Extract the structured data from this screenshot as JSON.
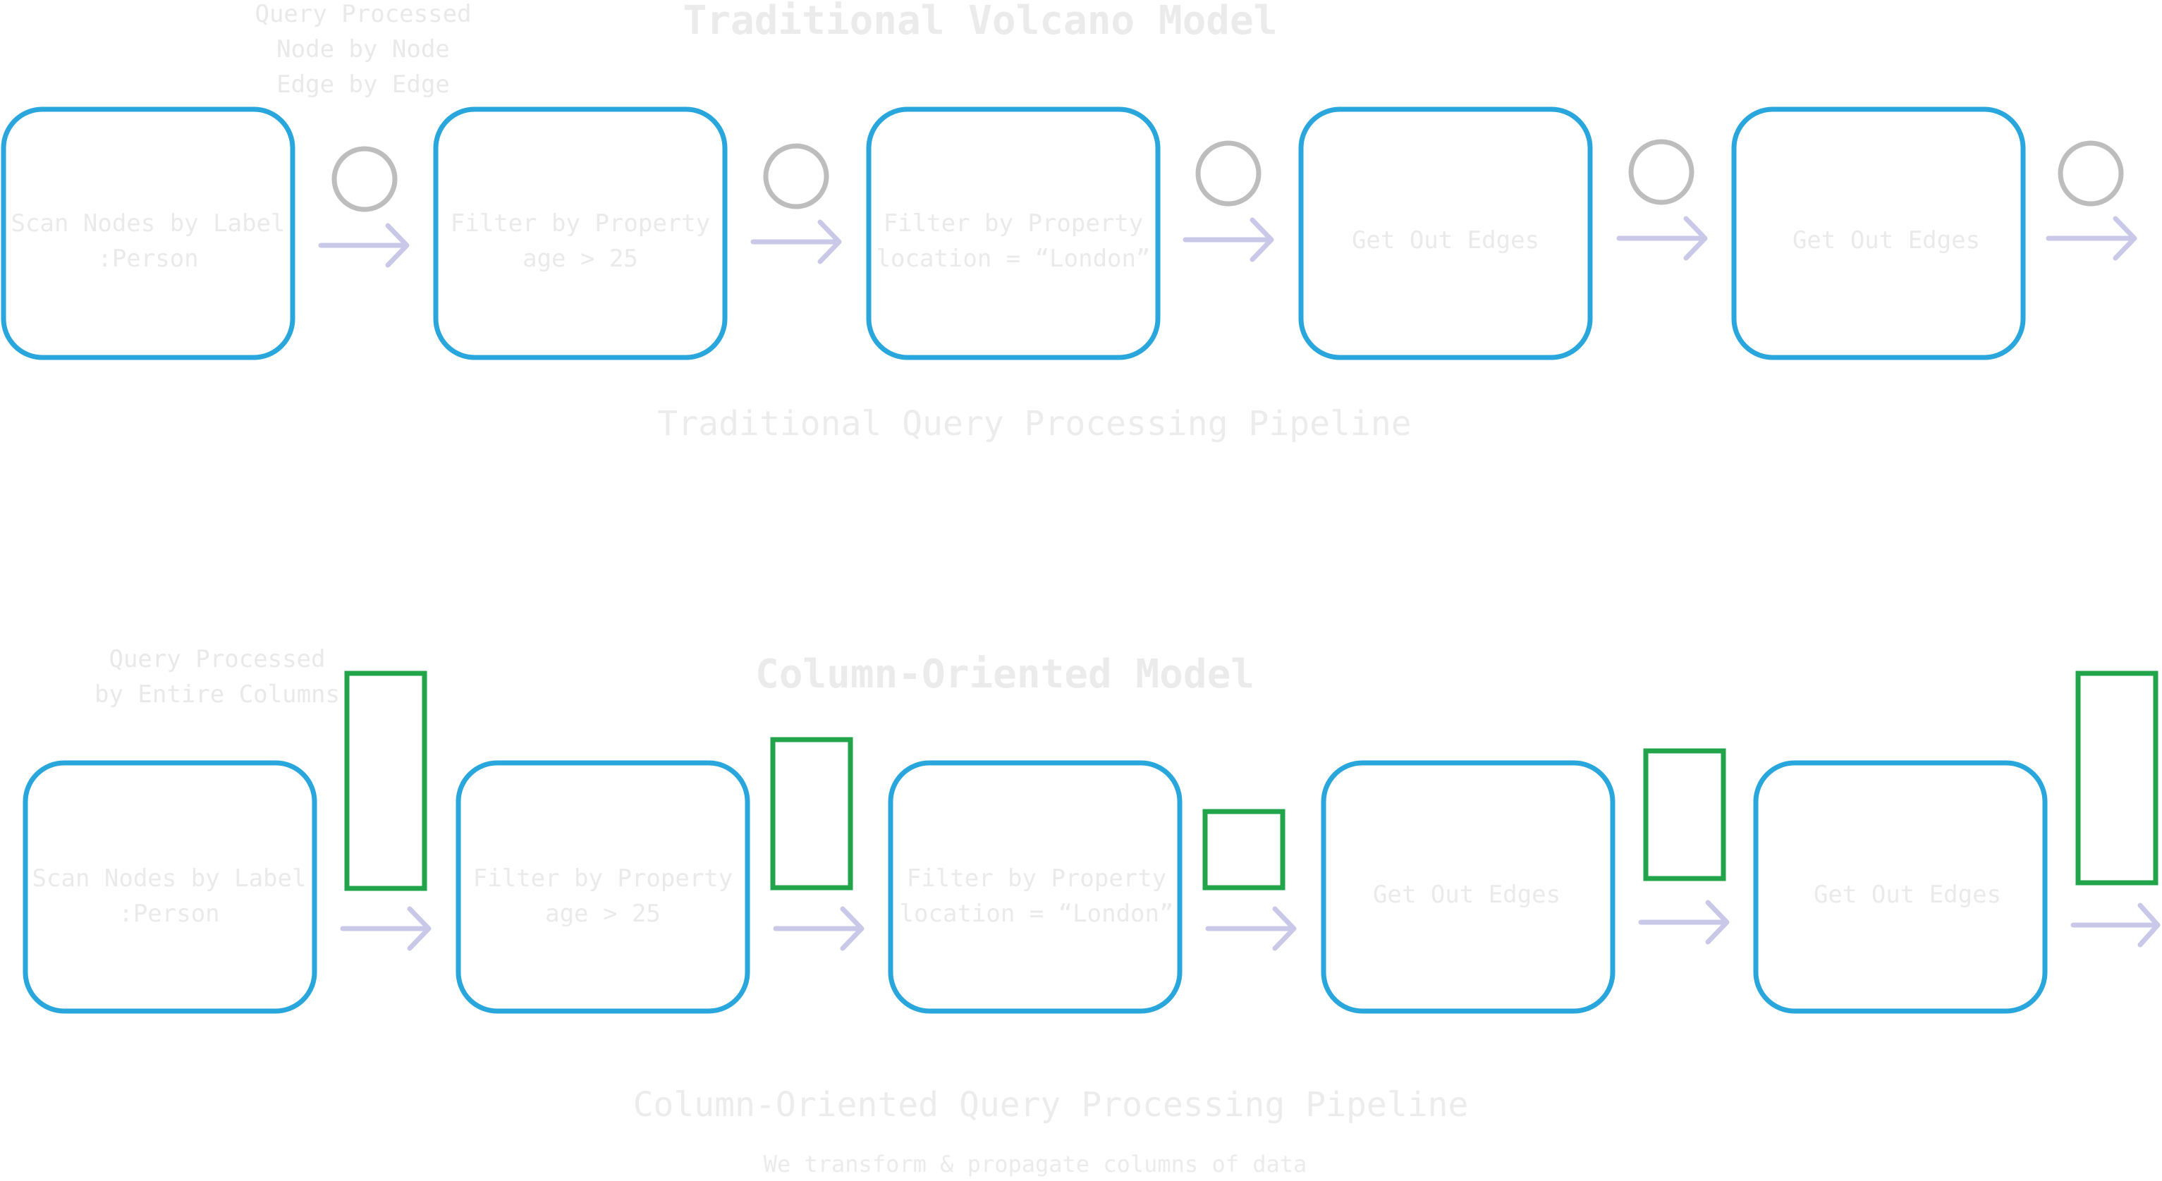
{
  "volcano": {
    "title": "Traditional Volcano Model",
    "note": [
      "Query Processed",
      "Node by Node",
      "Edge by Edge"
    ],
    "pipeline_label": "Traditional Query Processing Pipeline",
    "nodes": [
      {
        "lines": [
          "Scan Nodes by Label",
          ":Person"
        ]
      },
      {
        "lines": [
          "Filter by Property",
          "age > 25"
        ]
      },
      {
        "lines": [
          "Filter by Property",
          "location = “London”"
        ]
      },
      {
        "lines": [
          "Get Out Edges"
        ]
      },
      {
        "lines": [
          "Get Out Edges"
        ]
      }
    ]
  },
  "column": {
    "title": "Column-Oriented Model",
    "note": [
      "Query Processed",
      "by Entire Columns"
    ],
    "pipeline_label": "Column-Oriented Query Processing Pipeline",
    "subtitle": "We transform & propagate columns of data",
    "nodes": [
      {
        "lines": [
          "Scan Nodes by Label",
          ":Person"
        ]
      },
      {
        "lines": [
          "Filter by Property",
          "age > 25"
        ]
      },
      {
        "lines": [
          "Filter by Property",
          "location = “London”"
        ]
      },
      {
        "lines": [
          "Get Out Edges"
        ]
      },
      {
        "lines": [
          "Get Out Edges"
        ]
      }
    ]
  },
  "colors": {
    "node_border": "#29a6dc",
    "row_marker": "#bdbdbd",
    "column_marker": "#21a44a",
    "arrow": "#c9c8e8",
    "text": "#ececec"
  }
}
